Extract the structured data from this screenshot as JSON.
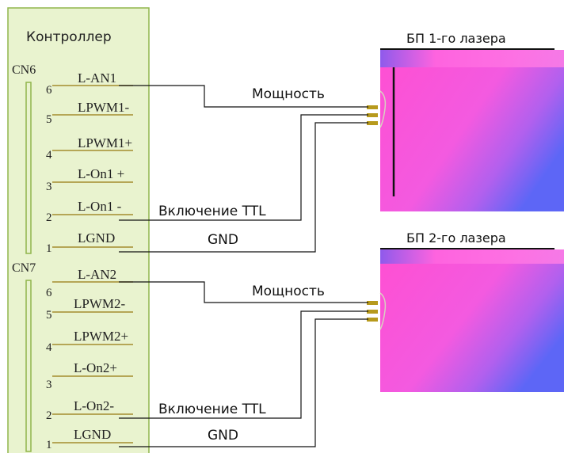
{
  "controller": {
    "title": "Контроллер",
    "connectors": [
      {
        "name": "CN6",
        "pins": [
          {
            "num": "6",
            "label": "L-AN1"
          },
          {
            "num": "5",
            "label": "LPWM1-"
          },
          {
            "num": "4",
            "label": "LPWM1+"
          },
          {
            "num": "3",
            "label": "L-On1 +"
          },
          {
            "num": "2",
            "label": "L-On1 -"
          },
          {
            "num": "1",
            "label": "LGND"
          }
        ]
      },
      {
        "name": "CN7",
        "pins": [
          {
            "num": "6",
            "label": "L-AN2"
          },
          {
            "num": "5",
            "label": "LPWM2-"
          },
          {
            "num": "4",
            "label": "LPWM2+"
          },
          {
            "num": "3",
            "label": "L-On2+"
          },
          {
            "num": "2",
            "label": "L-On2-"
          },
          {
            "num": "1",
            "label": "LGND"
          }
        ]
      }
    ]
  },
  "psus": [
    {
      "title": "БП 1-го лазера"
    },
    {
      "title": "БП 2-го лазера"
    }
  ],
  "wires": [
    {
      "power": "Мощность",
      "enable": "Включение TTL",
      "ground": "GND"
    },
    {
      "power": "Мощность",
      "enable": "Включение TTL",
      "ground": "GND"
    }
  ],
  "colors": {
    "controller_fill": "#e9f3cf",
    "controller_border": "#90b54c",
    "pin_line": "#a48c2e",
    "wire": "#111111",
    "psu_gradient_a": "#ff4fd2",
    "psu_gradient_b": "#6a62f4",
    "terminal": "#b79a1c"
  }
}
